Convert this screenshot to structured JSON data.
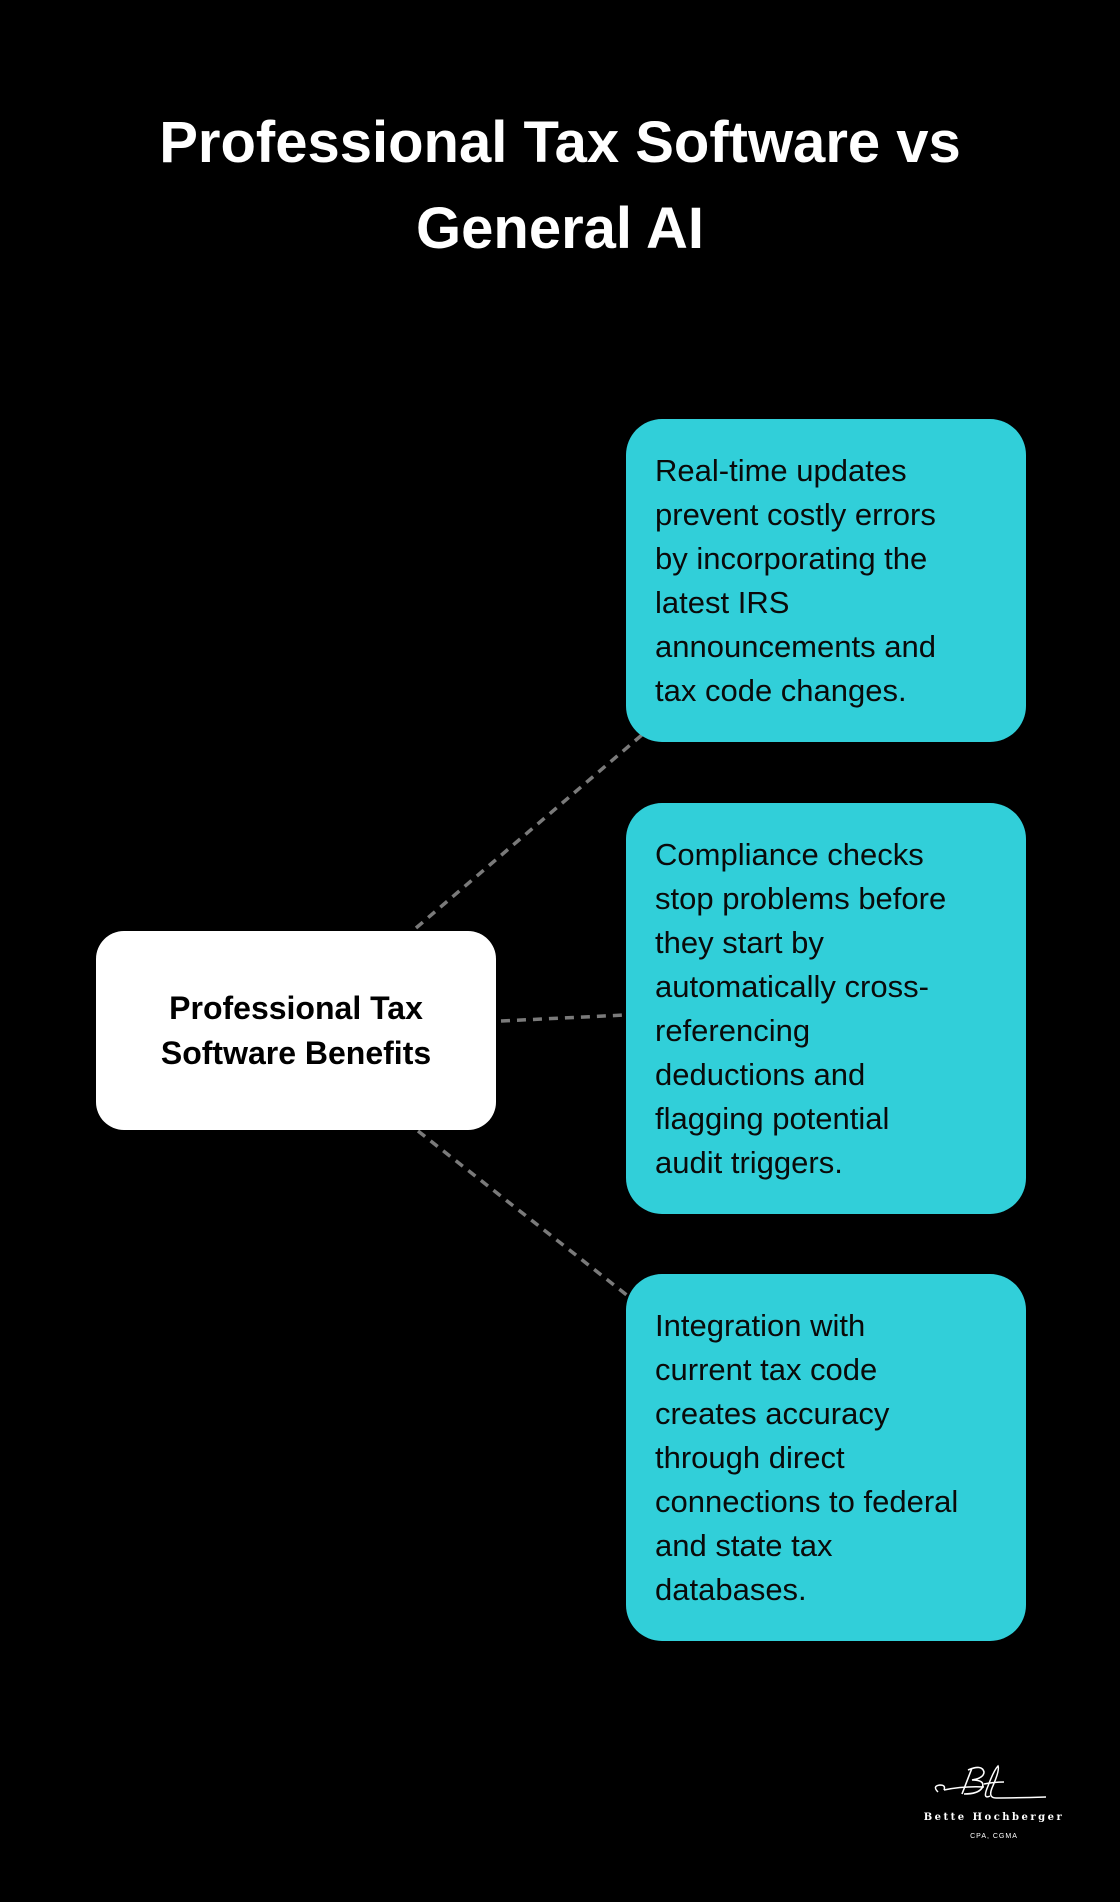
{
  "title": {
    "lines": [
      "Professional Tax Software vs",
      "General AI"
    ]
  },
  "center_node": {
    "lines": [
      "Professional Tax",
      "Software Benefits"
    ],
    "color": "#ffffff"
  },
  "cards_color": "#31cfd9",
  "connector_color": "#7a7a7a",
  "cards": [
    {
      "lines": [
        "Real-time updates",
        "prevent costly errors",
        "by incorporating the",
        "latest IRS",
        "announcements and",
        "tax code changes."
      ]
    },
    {
      "lines": [
        "Compliance checks",
        "stop problems before",
        "they start by",
        "automatically cross-",
        "referencing",
        "deductions and",
        "flagging potential",
        "audit triggers."
      ]
    },
    {
      "lines": [
        "Integration with",
        "current tax code",
        "creates accuracy",
        "through direct",
        "connections to federal",
        "and state tax",
        "databases."
      ]
    }
  ],
  "logo": {
    "monogram": "BH",
    "name": "Bette Hochberger",
    "credentials": "CPA, CGMA"
  }
}
